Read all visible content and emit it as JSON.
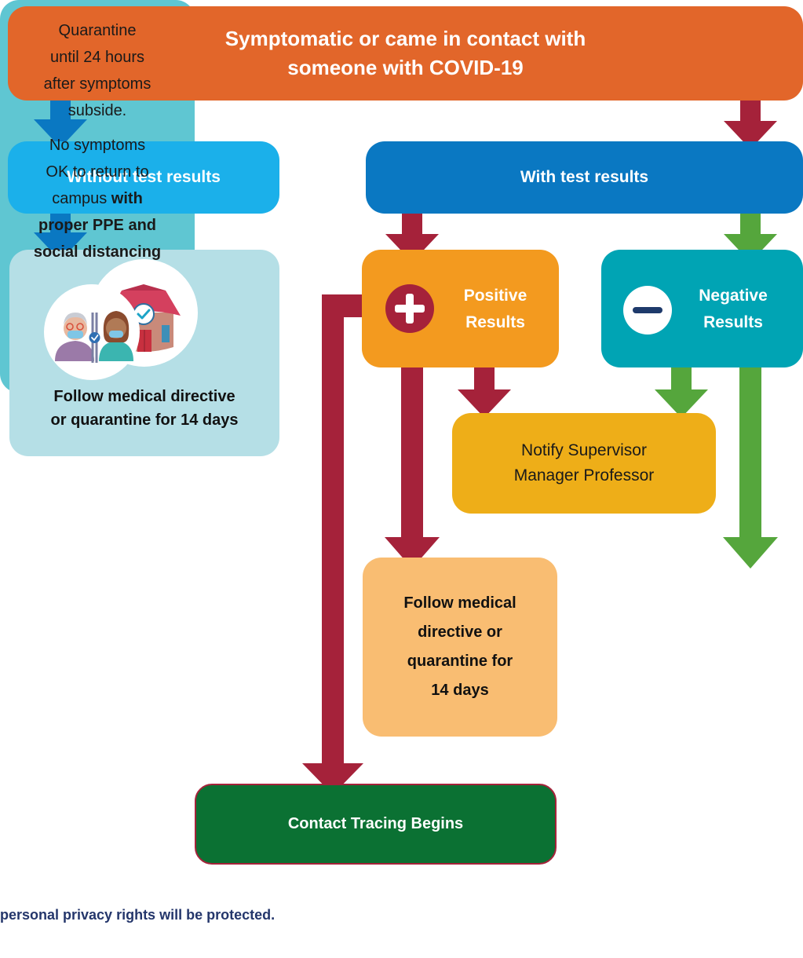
{
  "colors": {
    "orange": "#e2662a",
    "light_blue": "#1bb0ea",
    "blue": "#0a78c2",
    "crimson": "#a5223a",
    "green_arrow": "#55a63c",
    "teal": "#00a4b4",
    "amber": "#f39a1f",
    "gold": "#eeae18",
    "peach": "#f9bd72",
    "dark_green": "#0b7133",
    "pale_teal": "#b5dfe6",
    "cyan": "#5fc6d2",
    "navy_text": "#24366b"
  },
  "top": {
    "line1": "Symptomatic or came in contact with",
    "line2": "someone with COVID-19"
  },
  "branches": {
    "without": "Without test results",
    "with": "With test results"
  },
  "without_result": {
    "icon": "house-check-icon",
    "line1": "Follow medical directive",
    "line2": "or quarantine for 14 days"
  },
  "positive": {
    "icon": "plus-icon",
    "line1": "Positive",
    "line2": "Results"
  },
  "negative": {
    "icon": "minus-icon",
    "line1": "Negative",
    "line2": "Results"
  },
  "notify": {
    "line1": "Notify Supervisor",
    "line2": "Manager Professor"
  },
  "follow_positive": {
    "line1": "Follow medical",
    "line2": "directive or",
    "line3": "quarantine for",
    "line4": "14 days"
  },
  "contact_tracing": "Contact Tracing Begins",
  "quarantine": {
    "line1": "Quarantine",
    "line2": "until 24 hours",
    "line3": "after symptoms",
    "line4": "subside.",
    "return_1": "No symptoms",
    "return_2": "OK to return to",
    "return_3": "campus ",
    "return_3_bold": "with",
    "return_4": "proper PPE and",
    "return_5": "social distancing",
    "icon": "masked-people-icon"
  },
  "privacy_note": "personal privacy rights will be protected."
}
